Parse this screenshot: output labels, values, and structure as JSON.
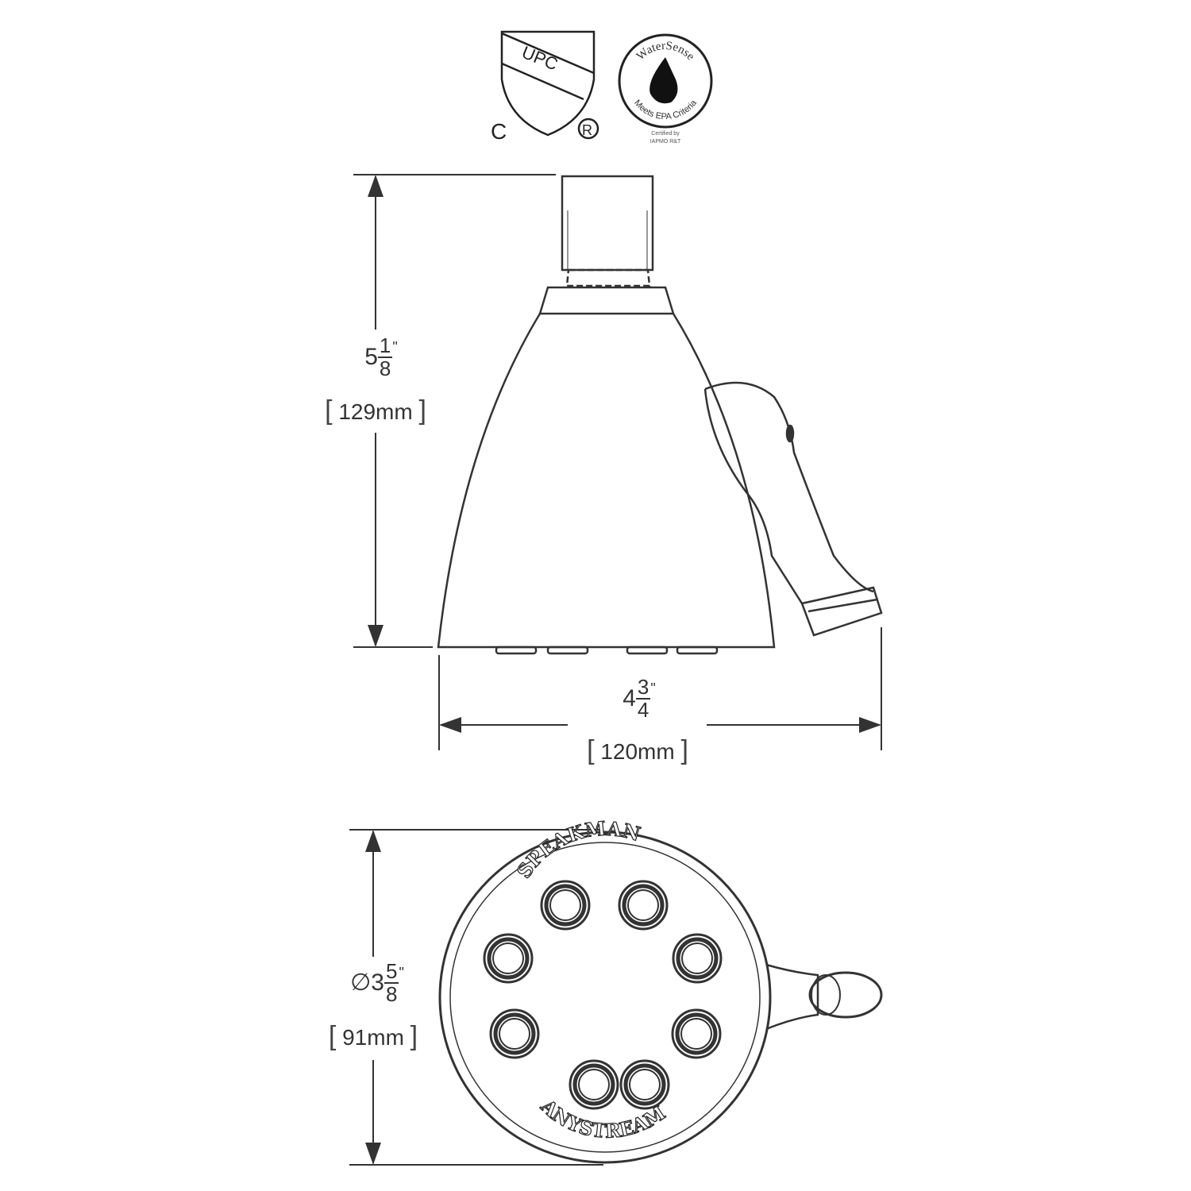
{
  "logos": {
    "upc": {
      "text": "UPC",
      "c_mark": "C",
      "registered": "®"
    },
    "watersense": {
      "name": "WaterSense",
      "tagline": "Meets EPA Criteria",
      "cert_line1": "Certified by",
      "cert_line2": "IAPMO R&T"
    }
  },
  "dimensions": {
    "height": {
      "whole": "5",
      "num": "1",
      "den": "8",
      "unit": "\"",
      "metric": "129mm"
    },
    "width": {
      "whole": "4",
      "num": "3",
      "den": "4",
      "unit": "\"",
      "metric": "120mm"
    },
    "diameter": {
      "symbol": "∅",
      "whole": "3",
      "num": "5",
      "den": "8",
      "unit": "\"",
      "metric": "91mm"
    }
  },
  "face_text": {
    "brand": "SPEAKMAN",
    "model": "ANYSTREAM"
  }
}
